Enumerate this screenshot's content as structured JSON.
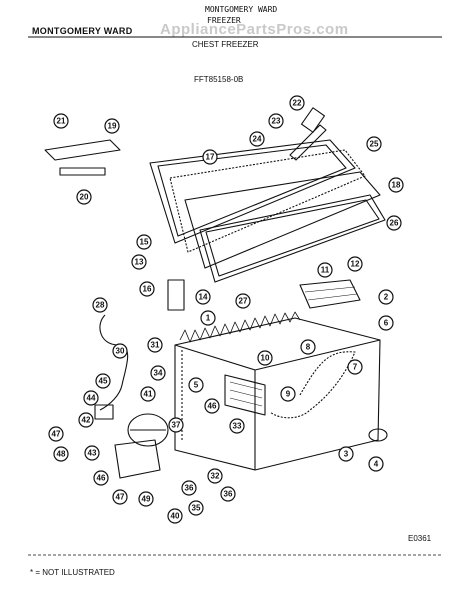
{
  "header": {
    "brand": "MONTGOMERY WARD",
    "top_label": "MONTGOMERY WARD",
    "sub_label": "FREEZER",
    "watermark": "AppliancePartsPros.com",
    "category": "CHEST FREEZER",
    "model": "FFT85158-0B"
  },
  "figure_code": "E0361",
  "footnote": "* = NOT ILLUSTRATED",
  "parts": [
    "1",
    "2",
    "3",
    "4",
    "5",
    "6",
    "7",
    "8",
    "9",
    "10",
    "11",
    "12",
    "13",
    "14",
    "15",
    "16",
    "17",
    "18",
    "19",
    "20",
    "21",
    "22",
    "23",
    "24",
    "25",
    "26",
    "27",
    "28",
    "30",
    "31",
    "32",
    "33",
    "34",
    "35",
    "36",
    "36",
    "37",
    "40",
    "41",
    "42",
    "43",
    "44",
    "45",
    "46",
    "46",
    "47",
    "47",
    "48",
    "49"
  ],
  "colors": {
    "line": "#111111",
    "watermark": "#c9c9c9"
  }
}
